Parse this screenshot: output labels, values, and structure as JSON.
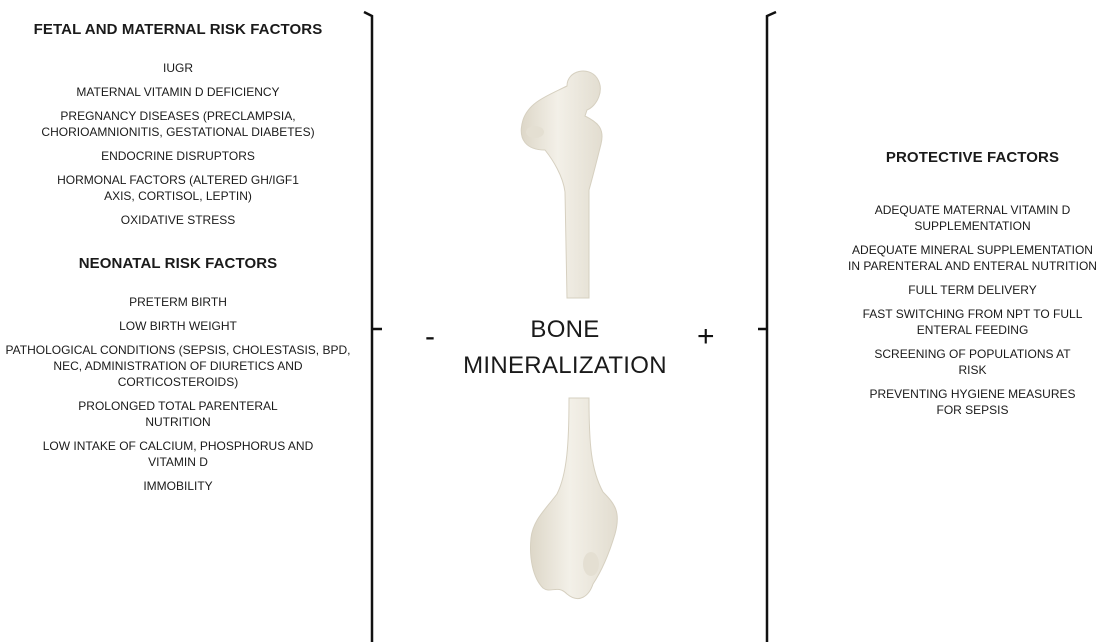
{
  "fetal_maternal": {
    "title": "FETAL AND MATERNAL RISK FACTORS",
    "items": [
      "IUGR",
      "MATERNAL VITAMIN D DEFICIENCY",
      "PREGNANCY DISEASES (PRECLAMPSIA, CHORIOAMNIONITIS, GESTATIONAL DIABETES)",
      "ENDOCRINE DISRUPTORS",
      "HORMONAL FACTORS (ALTERED GH/IGF1 AXIS, CORTISOL, LEPTIN)",
      "OXIDATIVE STRESS"
    ]
  },
  "neonatal": {
    "title": "NEONATAL RISK FACTORS",
    "items": [
      "PRETERM BIRTH",
      "LOW BIRTH WEIGHT",
      "PATHOLOGICAL CONDITIONS (SEPSIS, CHOLESTASIS, BPD, NEC, ADMINISTRATION OF DIURETICS AND CORTICOSTEROIDS)",
      "PROLONGED TOTAL PARENTERAL NUTRITION",
      "LOW INTAKE OF CALCIUM, PHOSPHORUS AND VITAMIN D",
      "IMMOBILITY"
    ]
  },
  "protective": {
    "title": "PROTECTIVE FACTORS",
    "items": [
      "ADEQUATE MATERNAL VITAMIN D SUPPLEMENTATION",
      "ADEQUATE MINERAL SUPPLEMENTATION IN PARENTERAL AND ENTERAL NUTRITION",
      "FULL TERM DELIVERY",
      "FAST SWITCHING FROM NPT TO FULL ENTERAL FEEDING",
      "SCREENING OF POPULATIONS AT RISK",
      "PREVENTING HYGIENE MEASURES FOR SEPSIS"
    ]
  },
  "center": {
    "label_line1": "BONE",
    "label_line2": "MINERALIZATION",
    "minus": "-",
    "plus": "+"
  },
  "colors": {
    "bone_fill": "#efece3",
    "bone_shade": "#ddd7c8",
    "bracket": "#111111"
  },
  "icons": {
    "bone": "femur-bone-icon"
  }
}
